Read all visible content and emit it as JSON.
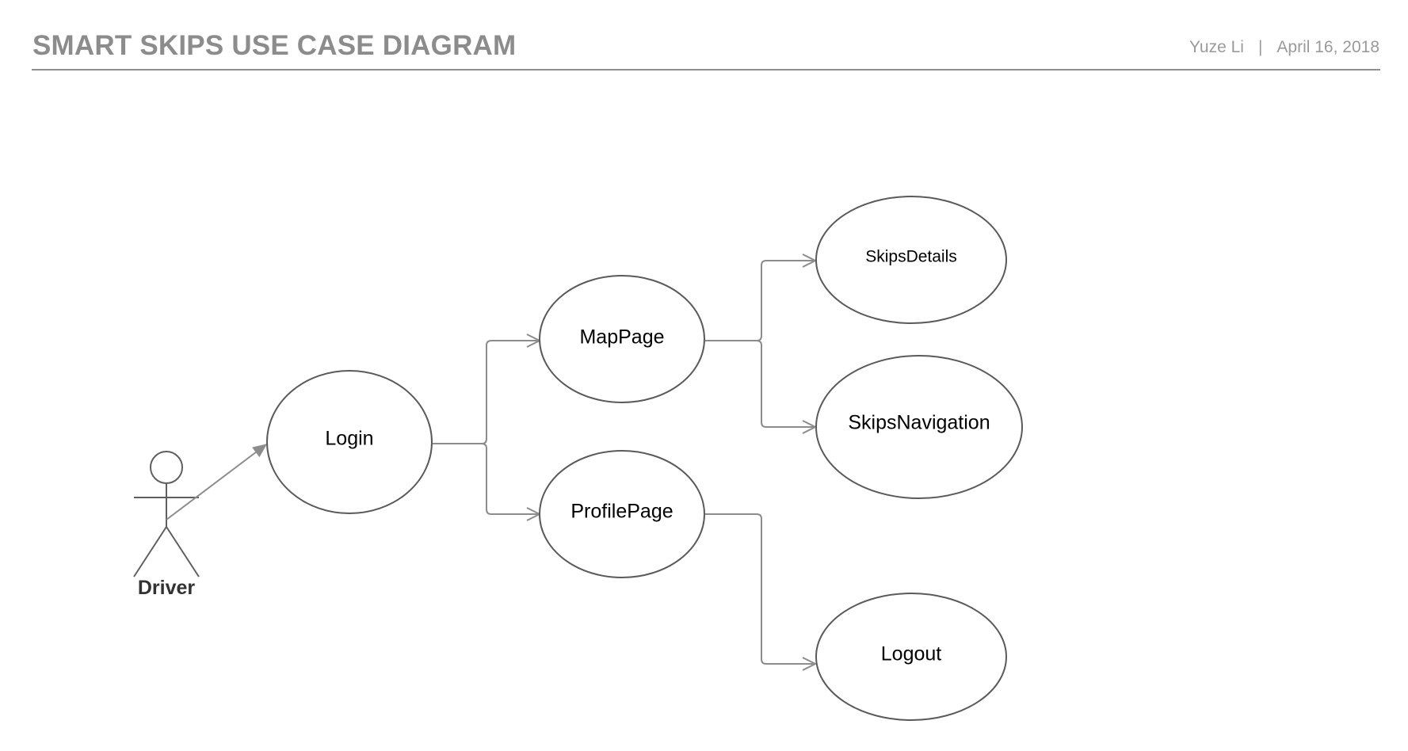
{
  "header": {
    "title": "SMART SKIPS USE CASE DIAGRAM",
    "author": "Yuze Li",
    "separator": "|",
    "date": "April 16, 2018"
  },
  "actor": {
    "label": "Driver"
  },
  "use_cases": {
    "login": "Login",
    "map_page": "MapPage",
    "profile_page": "ProfilePage",
    "skips_details": "SkipsDetails",
    "skips_navigation": "SkipsNavigation",
    "logout": "Logout"
  },
  "colors": {
    "title": "#8c8c8c",
    "connector": "#8c8c8c",
    "outline": "#5a5a5a"
  }
}
